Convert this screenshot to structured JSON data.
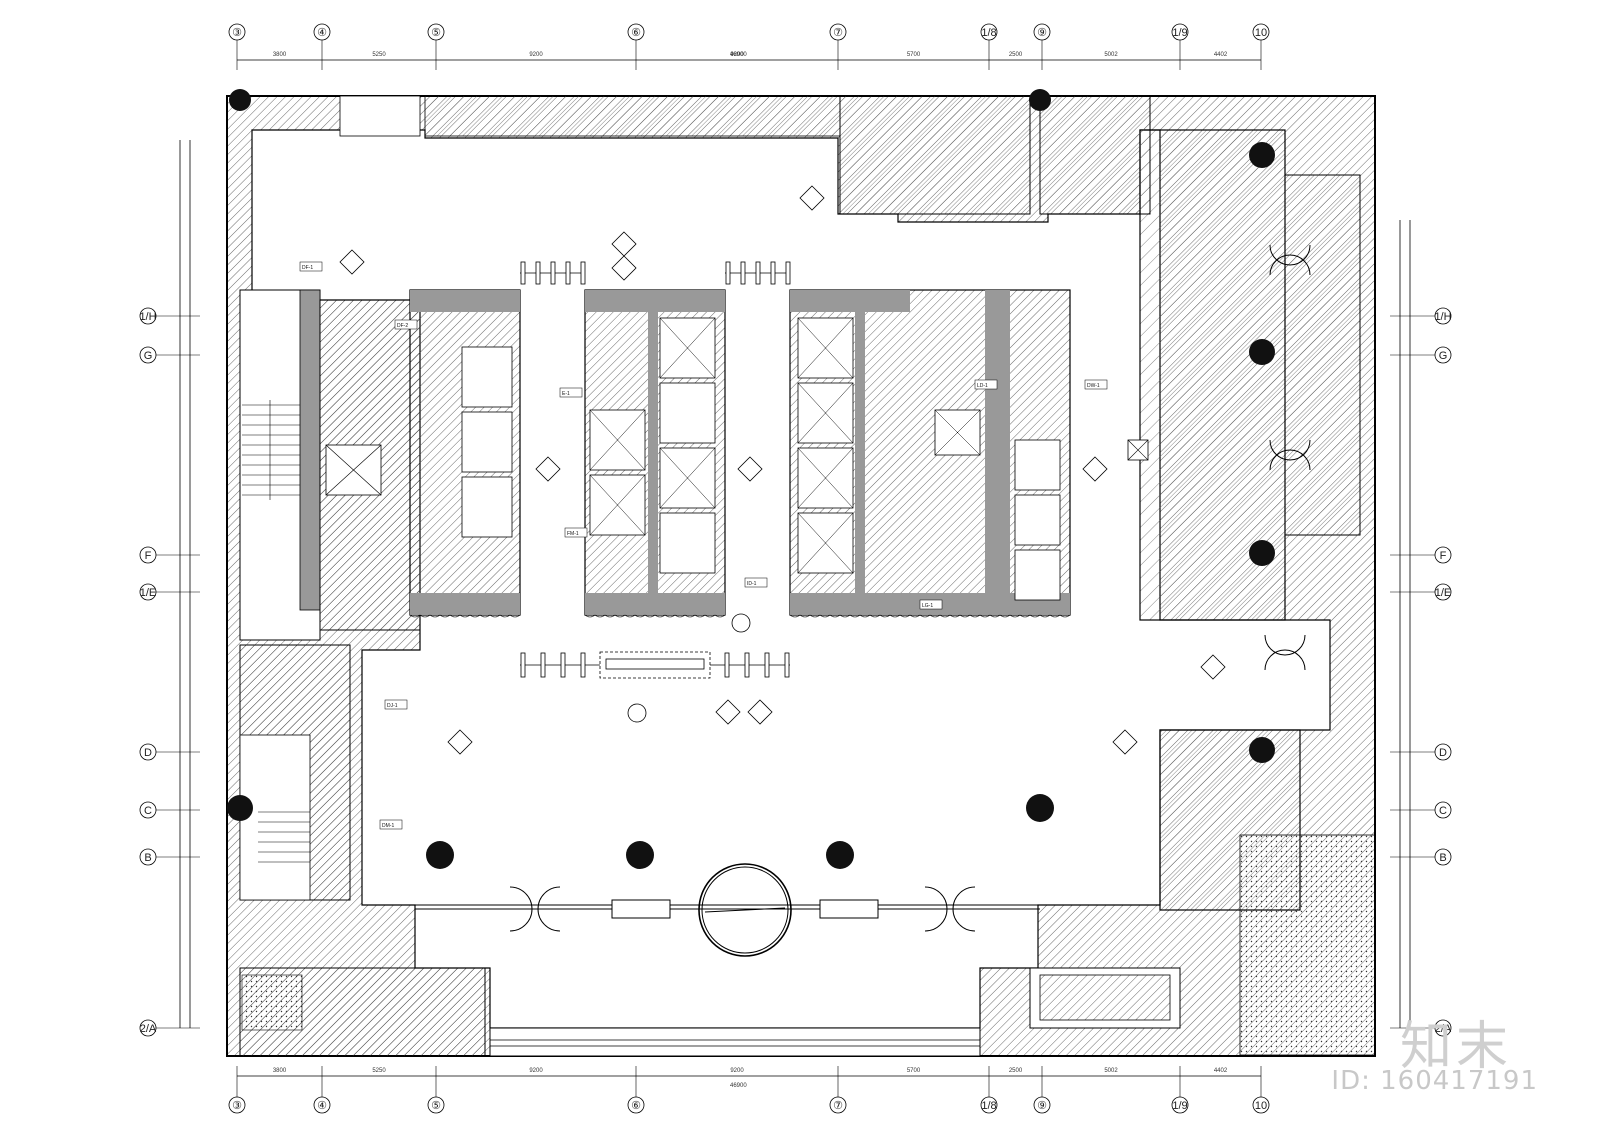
{
  "drawing": {
    "grid_columns": [
      "③",
      "④",
      "⑤",
      "⑥",
      "⑦",
      "1/8",
      "⑨",
      "1/9",
      "10"
    ],
    "grid_rows_left": [
      "1/H",
      "G",
      "F",
      "1/E",
      "D",
      "C",
      "B",
      "2/A"
    ],
    "grid_rows_right": [
      "1/H",
      "G",
      "F",
      "1/E",
      "D",
      "C",
      "B",
      "2/A"
    ],
    "dims_top": [
      "3800",
      "5250",
      "9200",
      "9200",
      "5700",
      "2500",
      "5002",
      "4402"
    ],
    "dims_bottom": [
      "3800",
      "5250",
      "9200",
      "9200",
      "5700",
      "2500",
      "5002",
      "4402"
    ],
    "dim_total": "46900",
    "tags": [
      "DF-1",
      "DF-2",
      "E-1",
      "FM-1",
      "ID-1",
      "DW-1",
      "DJ-1",
      "DM-1",
      "LD-1",
      "LG-1"
    ]
  },
  "watermark": {
    "brand": "知末",
    "id_text": "ID: 160417191"
  }
}
